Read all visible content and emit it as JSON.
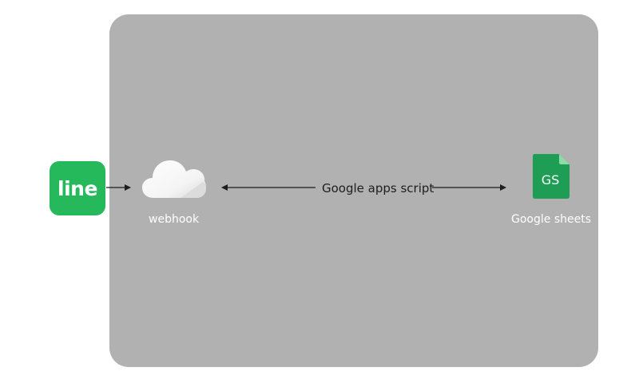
{
  "diagram": {
    "nodes": {
      "line": {
        "logo_text": "line",
        "color": "#25b95c",
        "icon": "line-app-icon"
      },
      "webhook": {
        "label": "webhook",
        "icon": "cloud-icon"
      },
      "sheets": {
        "label": "Google sheets",
        "logo_text": "GS",
        "color": "#1e9e55",
        "icon": "google-sheets-icon"
      }
    },
    "edges": {
      "line_to_webhook": {
        "label": "",
        "direction": "forward"
      },
      "webhook_to_sheets": {
        "label": "Google apps script",
        "direction": "both"
      }
    },
    "colors": {
      "panel": "#b1b1b1",
      "background": "#ffffff",
      "arrow": "#1e1e1e",
      "node_label": "#ffffff"
    }
  }
}
